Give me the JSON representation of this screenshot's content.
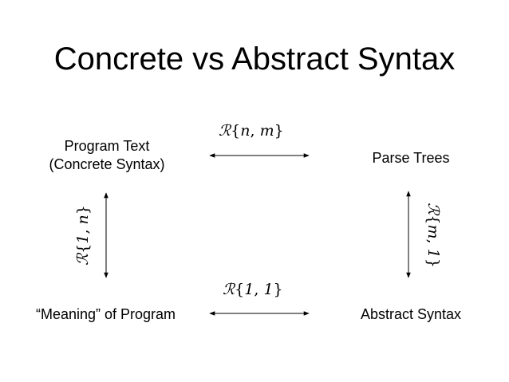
{
  "title": "Concrete vs Abstract Syntax",
  "nodes": {
    "program_text": [
      "Program Text",
      "(Concrete Syntax)"
    ],
    "parse_trees": "Parse Trees",
    "meaning": "“Meaning” of Program",
    "abstract_syntax": "Abstract Syntax"
  },
  "relations": {
    "top": {
      "symbol": "ℛ",
      "open": "{",
      "a": "n",
      "sep": ", ",
      "b": "m",
      "close": "}"
    },
    "left": {
      "symbol": "ℛ",
      "open": "{",
      "a": "1",
      "sep": ", ",
      "b": "n",
      "close": "}"
    },
    "right": {
      "symbol": "ℛ",
      "open": "{",
      "a": "m",
      "sep": ", ",
      "b": "1",
      "close": "}"
    },
    "bottom": {
      "symbol": "ℛ",
      "open": "{",
      "a": "1",
      "sep": ", ",
      "b": "1",
      "close": "}"
    }
  }
}
